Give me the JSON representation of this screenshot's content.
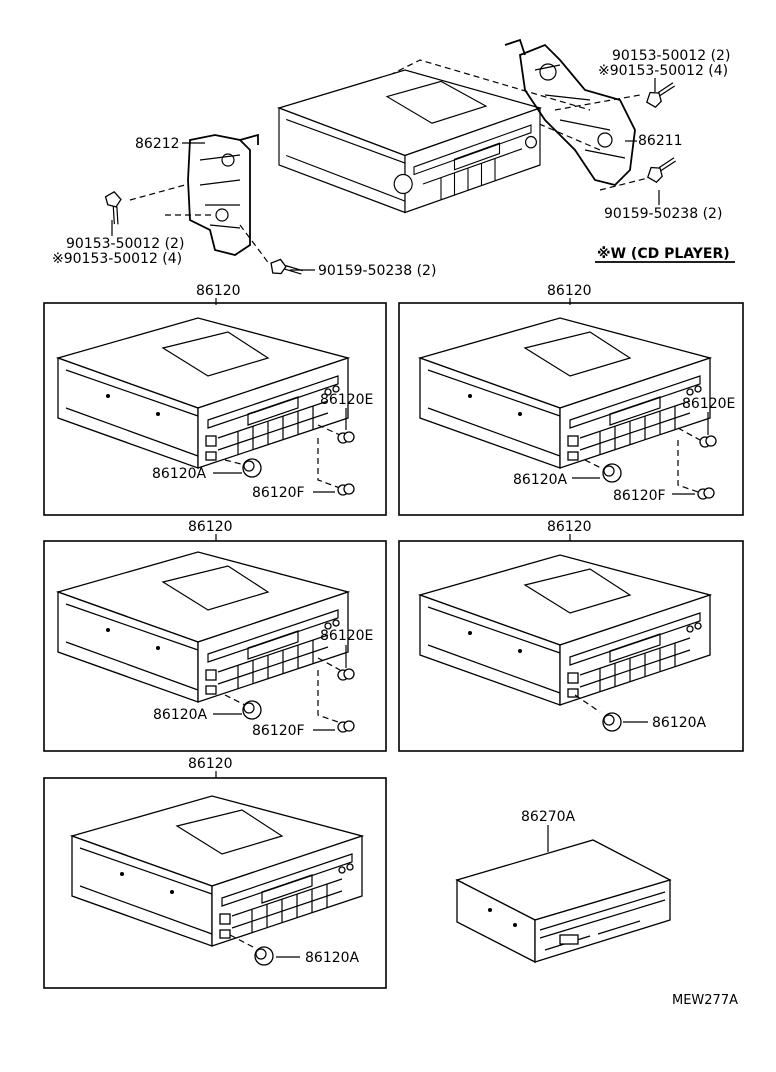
{
  "header": {
    "bracket_left": "86212",
    "bracket_right": "86211",
    "screw_top_right_1": "90153-50012 (2)",
    "screw_top_right_2": "※90153-50012 (4)",
    "screw_left_1": "90153-50012 (2)",
    "screw_left_2": "※90153-50012 (4)",
    "screw_right_lower": "90159-50238 (2)",
    "screw_bottom": "90159-50238 (2)",
    "note": "※W (CD PLAYER)"
  },
  "panels": [
    {
      "title": "86120",
      "knob": "86120A",
      "e": "86120E",
      "f": "86120F"
    },
    {
      "title": "86120",
      "knob": "86120A",
      "e": "86120E",
      "f": "86120F"
    },
    {
      "title": "86120",
      "knob": "86120A",
      "e": "86120E",
      "f": "86120F"
    },
    {
      "title": "86120",
      "knob": "86120A"
    },
    {
      "title": "86120",
      "knob": "86120A"
    }
  ],
  "cd_player": {
    "label": "86270A"
  },
  "footer": {
    "code": "MEW277A"
  }
}
